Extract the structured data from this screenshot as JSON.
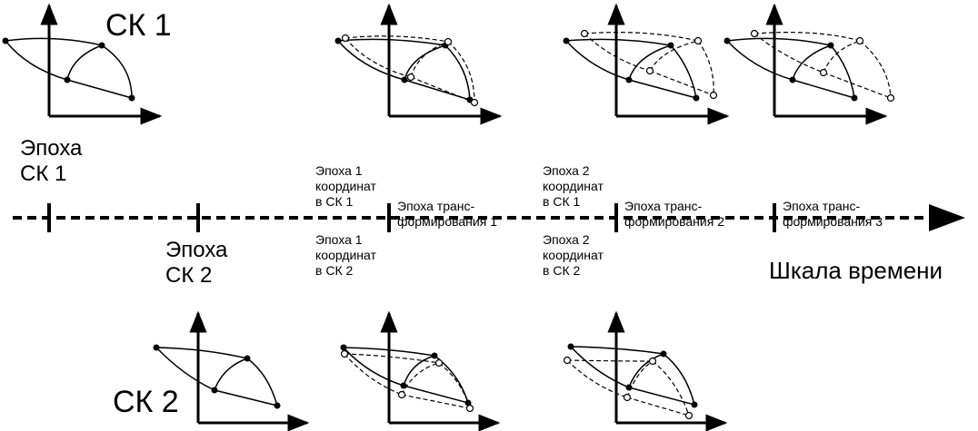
{
  "title_top": "СК 1",
  "title_bottom": "СК 2",
  "epoch_sk1": [
    "Эпоха",
    "СК 1"
  ],
  "epoch_sk2": [
    "Эпоха",
    "СК 2"
  ],
  "epoch1_coords_sk1": [
    "Эпоха 1",
    "координат",
    "в СК 1"
  ],
  "epoch1_coords_sk2": [
    "Эпоха 1",
    "координат",
    "в СК 2"
  ],
  "epoch2_coords_sk1": [
    "Эпоха 2",
    "координат",
    "в СК 1"
  ],
  "epoch2_coords_sk2": [
    "Эпоха 2",
    "координат",
    "в СК 2"
  ],
  "transform_epoch_1": [
    "Эпоха транс-",
    "формирования 1"
  ],
  "transform_epoch_2": [
    "Эпоха транс-",
    "формирования 2"
  ],
  "transform_epoch_3": [
    "Эпоха транс-",
    "формирования 3"
  ],
  "time_scale_label": "Шкала времени"
}
